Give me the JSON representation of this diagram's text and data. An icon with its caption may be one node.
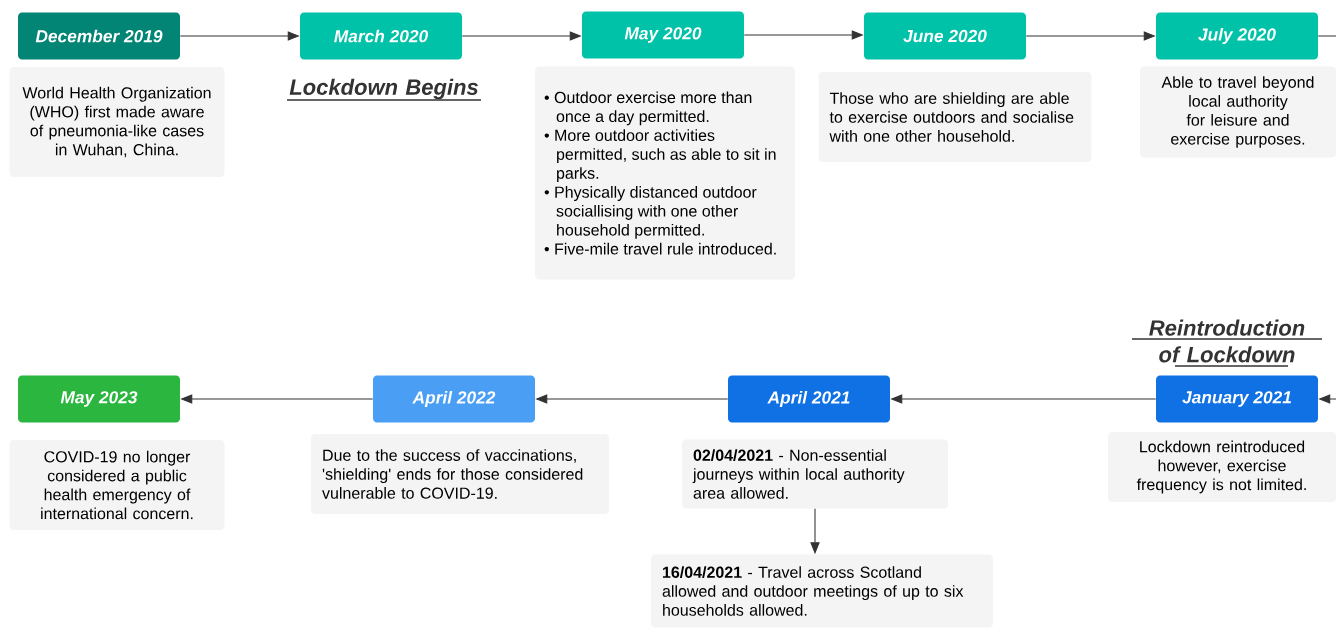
{
  "diagram": {
    "nodes": [
      {
        "text": [
          "December 2019"
        ]
      },
      {
        "text": [
          "World Health Organization (WHO) first made aware of pneumonia-like cases in Wuhan, China."
        ]
      },
      {
        "text": [
          "March 2020"
        ],
        "beside": [
          "Lockdown Begins"
        ]
      },
      {
        "text": [
          "May 2020"
        ]
      },
      {
        "text": [
          "• Outdoor exercise more than once a day permitted.",
          "• More outdoor activities permitted, such as able to sit in parks.",
          "• Physically distanced outdoor sociallising with one other household permitted.",
          "• Five-mile travel rule introduced."
        ]
      },
      {
        "text": [
          "June 2020"
        ]
      },
      {
        "text": [
          "Those who are shielding are able to exercise outdoors and socialise with one other household."
        ]
      },
      {
        "text": [
          "July 2020"
        ]
      },
      {
        "text": [
          "Able to travel beyond local authority for leisure and exercise purposes."
        ]
      },
      {
        "text": [
          "January 2021"
        ],
        "beside": [
          "Reintroduction of Lockdown"
        ]
      },
      {
        "text": [
          "Lockdown reintroduced however, exercise frequency is not limited."
        ]
      },
      {
        "text": [
          "April 2021"
        ]
      },
      {
        "text": [
          "**02/04/2021** - Non-essential journeys within local authority area allowed."
        ]
      },
      {
        "text": [
          "**16/04/2021** - Travel across Scotland allowed and outdoor meetings of up to six households allowed."
        ]
      },
      {
        "text": [
          "April 2022"
        ]
      },
      {
        "text": [
          "Due to the success of vaccinations, 'shielding' ends for those considered vulnerable to COVID-19."
        ]
      },
      {
        "text": [
          "May 2023"
        ]
      },
      {
        "text": [
          "COVID-19 no longer considered a public health emergency of international concern."
        ]
      }
    ],
    "edges": [
      {
        "from": 0,
        "to": 2,
        "arrow": "to"
      },
      {
        "from": 2,
        "to": 3,
        "arrow": "to"
      },
      {
        "from": 3,
        "to": 5,
        "arrow": "to"
      },
      {
        "from": 5,
        "to": 7,
        "arrow": "to"
      },
      {
        "from": 7,
        "to": null,
        "arrow": "none"
      },
      {
        "from": null,
        "to": 9,
        "arrow": "to"
      },
      {
        "from": 9,
        "to": 11,
        "arrow": "to"
      },
      {
        "from": 11,
        "to": 14,
        "arrow": "to"
      },
      {
        "from": 14,
        "to": 16,
        "arrow": "to"
      },
      {
        "from": 12,
        "to": 13,
        "arrow": "to"
      }
    ]
  }
}
